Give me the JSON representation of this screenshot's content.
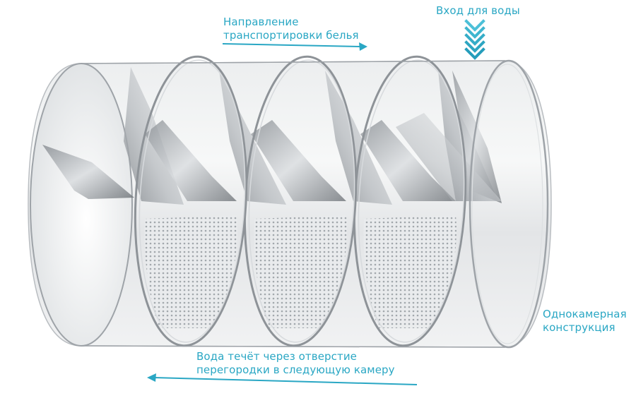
{
  "labels": {
    "transport_direction": {
      "line1": "Направление",
      "line2": "транспортировки белья"
    },
    "water_inlet": "Вход для воды",
    "single_chamber": {
      "line1": "Однокамерная",
      "line2": "конструкция"
    },
    "water_flow": {
      "line1": "Вода течёт через отверстие",
      "line2": "перегородки в следующую камеру"
    }
  },
  "colors": {
    "accent": "#2aa7c4",
    "metal_light": "#f2f3f4",
    "metal_mid": "#c9ccd0",
    "metal_dark": "#6f7479"
  }
}
